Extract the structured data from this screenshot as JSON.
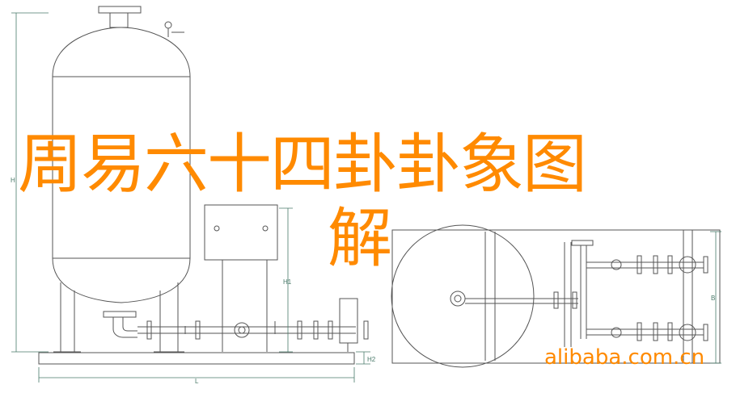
{
  "title": {
    "line1": "周易六十四卦卦象图",
    "line2": "解"
  },
  "watermark": "alibaba.com.cn",
  "dimensions": {
    "height_label": "H",
    "h1_label": "H1",
    "h2_label": "H2",
    "length_label": "L",
    "b_label": "B"
  },
  "colors": {
    "title": "#ff8a00",
    "line": "#555555",
    "dimension": "#4a7a6a"
  }
}
